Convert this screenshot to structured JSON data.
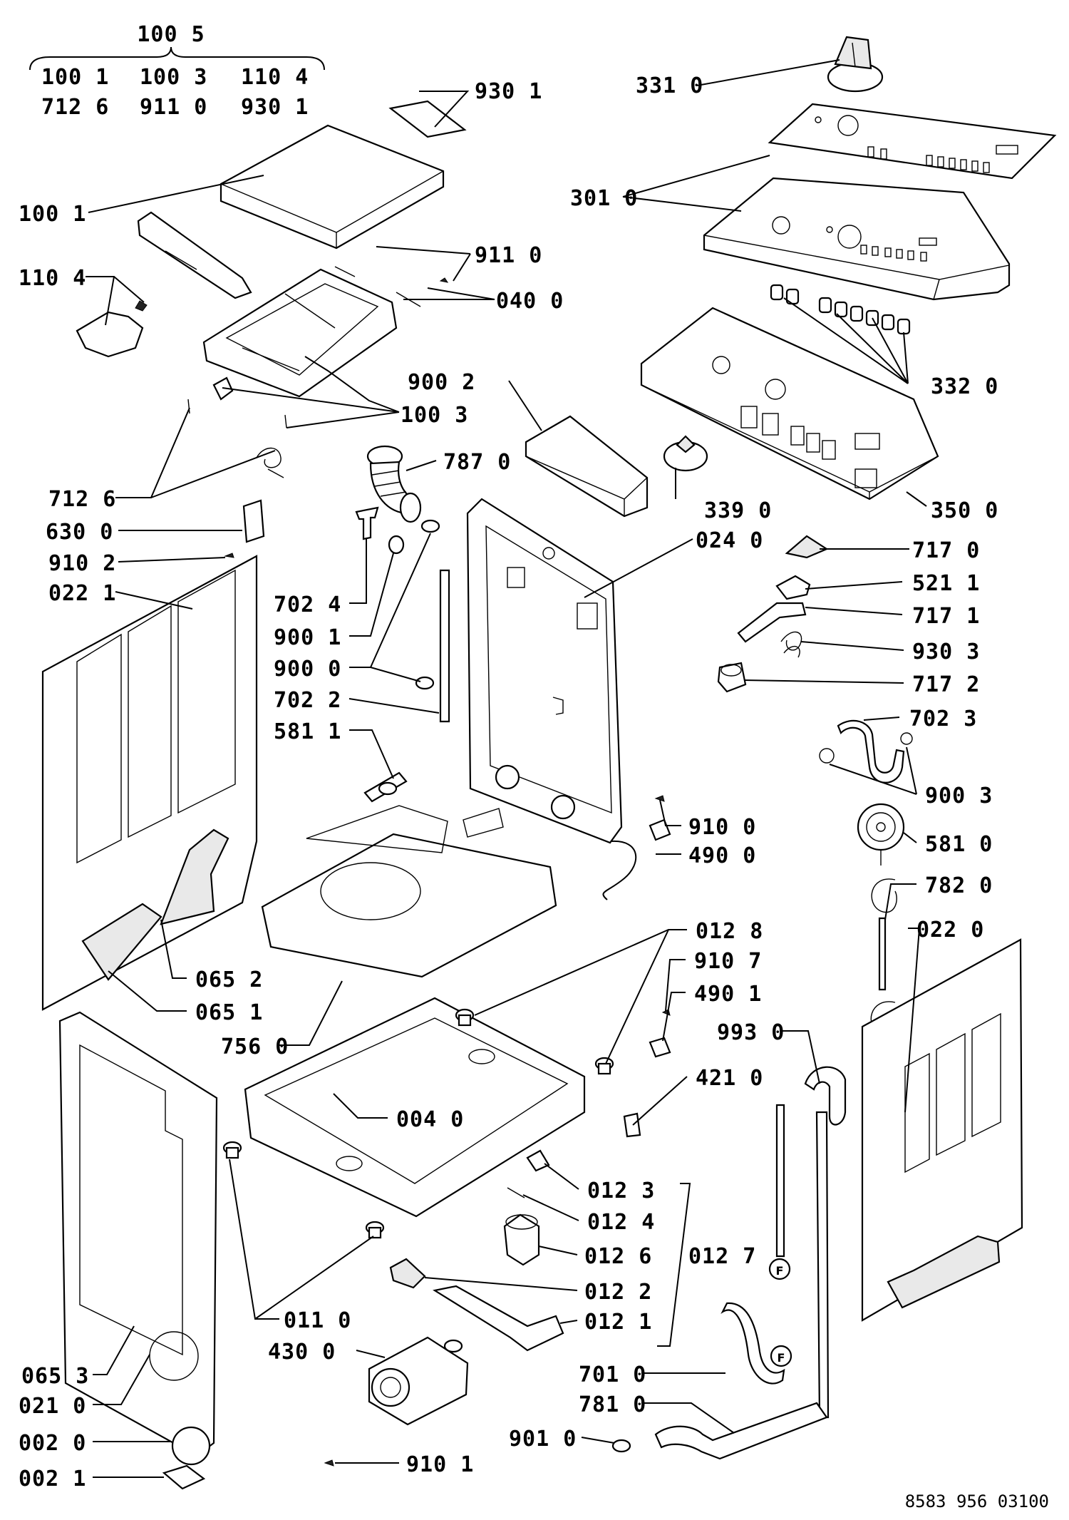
{
  "kit": {
    "title": "100 5",
    "row1": [
      "100 1",
      "100 3",
      "110 4"
    ],
    "row2": [
      "712 6",
      "911 0",
      "930 1"
    ]
  },
  "labels": [
    {
      "id": "930-1-top",
      "text": "930 1"
    },
    {
      "id": "331-0",
      "text": "331 0"
    },
    {
      "id": "301-0",
      "text": "301 0"
    },
    {
      "id": "100-1",
      "text": "100 1"
    },
    {
      "id": "911-0",
      "text": "911 0"
    },
    {
      "id": "110-4",
      "text": "110 4"
    },
    {
      "id": "040-0",
      "text": "040 0"
    },
    {
      "id": "332-0",
      "text": "332 0"
    },
    {
      "id": "900-2",
      "text": "900 2"
    },
    {
      "id": "100-3",
      "text": "100 3"
    },
    {
      "id": "787-0",
      "text": "787 0"
    },
    {
      "id": "712-6",
      "text": "712 6"
    },
    {
      "id": "339-0",
      "text": "339 0"
    },
    {
      "id": "350-0",
      "text": "350 0"
    },
    {
      "id": "630-0",
      "text": "630 0"
    },
    {
      "id": "024-0",
      "text": "024 0"
    },
    {
      "id": "910-2",
      "text": "910 2"
    },
    {
      "id": "717-0",
      "text": "717 0"
    },
    {
      "id": "022-1",
      "text": "022 1"
    },
    {
      "id": "521-1",
      "text": "521 1"
    },
    {
      "id": "702-4",
      "text": "702 4"
    },
    {
      "id": "717-1",
      "text": "717 1"
    },
    {
      "id": "900-1",
      "text": "900 1"
    },
    {
      "id": "930-3",
      "text": "930 3"
    },
    {
      "id": "900-0",
      "text": "900 0"
    },
    {
      "id": "717-2",
      "text": "717 2"
    },
    {
      "id": "702-2",
      "text": "702 2"
    },
    {
      "id": "702-3",
      "text": "702 3"
    },
    {
      "id": "581-1",
      "text": "581 1"
    },
    {
      "id": "900-3",
      "text": "900 3"
    },
    {
      "id": "910-0",
      "text": "910 0"
    },
    {
      "id": "581-0",
      "text": "581 0"
    },
    {
      "id": "490-0",
      "text": "490 0"
    },
    {
      "id": "782-0",
      "text": "782 0"
    },
    {
      "id": "012-8",
      "text": "012 8"
    },
    {
      "id": "022-0",
      "text": "022 0"
    },
    {
      "id": "065-2",
      "text": "065 2"
    },
    {
      "id": "910-7",
      "text": "910 7"
    },
    {
      "id": "065-1",
      "text": "065 1"
    },
    {
      "id": "490-1",
      "text": "490 1"
    },
    {
      "id": "756-0",
      "text": "756 0"
    },
    {
      "id": "993-0",
      "text": "993 0"
    },
    {
      "id": "421-0",
      "text": "421 0"
    },
    {
      "id": "004-0",
      "text": "004 0"
    },
    {
      "id": "012-3",
      "text": "012 3"
    },
    {
      "id": "012-4",
      "text": "012 4"
    },
    {
      "id": "012-6",
      "text": "012 6"
    },
    {
      "id": "012-7",
      "text": "012 7"
    },
    {
      "id": "012-2",
      "text": "012 2"
    },
    {
      "id": "011-0",
      "text": "011 0"
    },
    {
      "id": "012-1",
      "text": "012 1"
    },
    {
      "id": "430-0",
      "text": "430 0"
    },
    {
      "id": "065-3",
      "text": "065 3"
    },
    {
      "id": "701-0",
      "text": "701 0"
    },
    {
      "id": "021-0",
      "text": "021 0"
    },
    {
      "id": "781-0",
      "text": "781 0"
    },
    {
      "id": "002-0",
      "text": "002 0"
    },
    {
      "id": "901-0",
      "text": "901 0"
    },
    {
      "id": "002-1",
      "text": "002 1"
    },
    {
      "id": "910-1",
      "text": "910 1"
    }
  ],
  "markers": {
    "filter_marker": "F"
  },
  "document_number": "8583 956 03100"
}
